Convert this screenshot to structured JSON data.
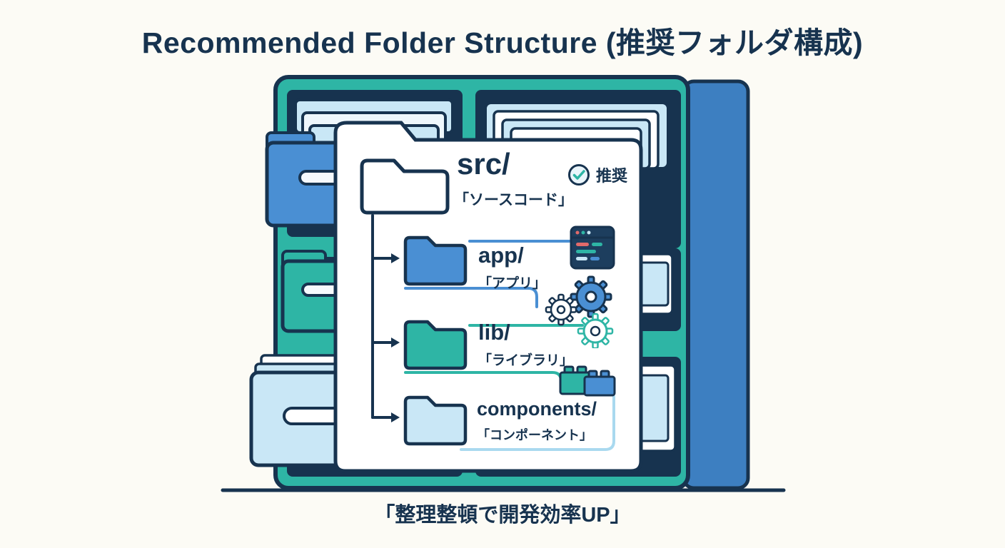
{
  "title": "Recommended Folder Structure (推奨フォルダ構成)",
  "footer_caption": "「整理整頓で開発効率UP」",
  "badge": {
    "label": "推奨"
  },
  "tree": {
    "root": {
      "name": "src/",
      "label": "「ソースコード」"
    },
    "children": [
      {
        "name": "app/",
        "label": "「アプリ」"
      },
      {
        "name": "lib/",
        "label": "「ライブラリ」"
      },
      {
        "name": "components/",
        "label": "「コンポーネント」"
      }
    ]
  },
  "icons": {
    "badge": "check-circle-icon",
    "app": "code-window-icon",
    "lib": "gears-icon",
    "components": "building-blocks-icon"
  },
  "colors": {
    "navy": "#17334f",
    "teal": "#2eb5a5",
    "blue": "#4a8fd3",
    "light_blue": "#c9e7f6",
    "background": "#fcfbf5",
    "card": "#ffffff"
  }
}
